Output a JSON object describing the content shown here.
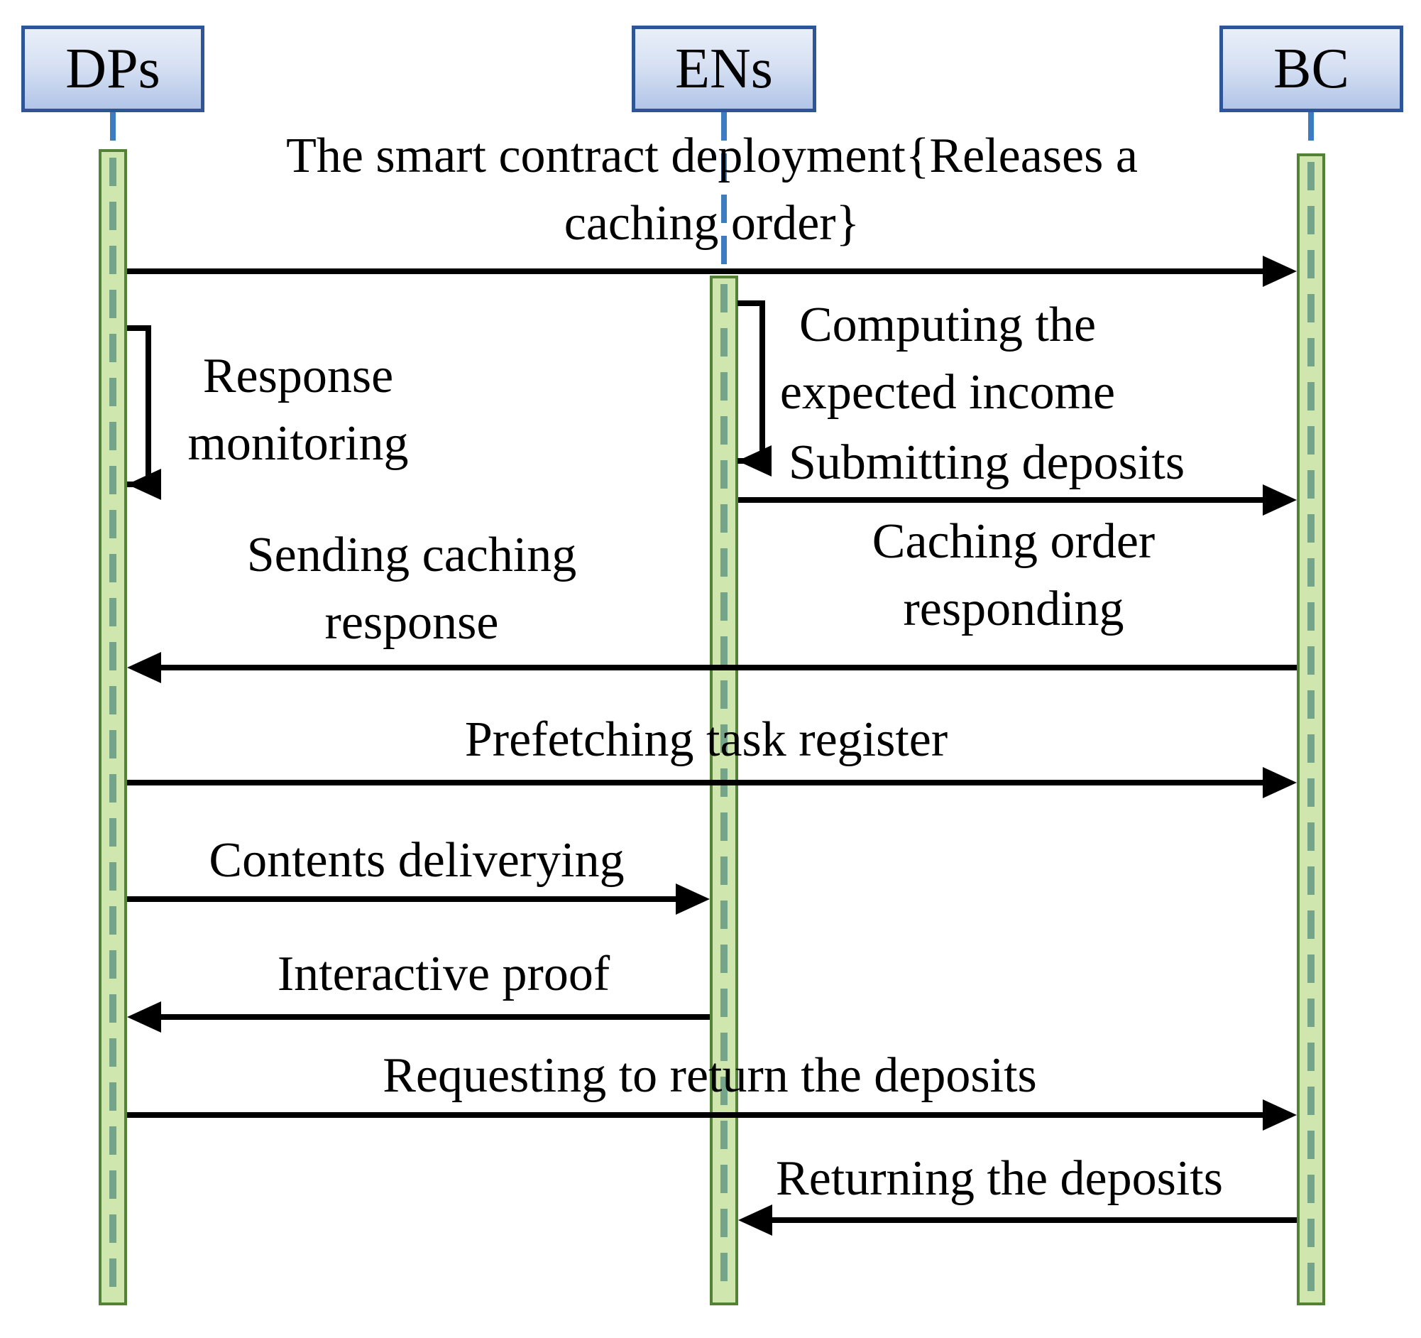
{
  "diagram": {
    "type": "sequence-diagram",
    "title": "Smart contract caching sequence",
    "actors": [
      {
        "id": "dps",
        "name": "DPs"
      },
      {
        "id": "ens",
        "name": "ENs"
      },
      {
        "id": "bc",
        "name": "BC"
      }
    ],
    "messages": [
      {
        "id": "contract-deployment",
        "from": "DPs",
        "to": "BC",
        "self": false,
        "label_lines": [
          "The smart contract deployment{Releases a",
          "caching order}"
        ]
      },
      {
        "id": "response-monitoring",
        "from": "DPs",
        "to": "DPs",
        "self": true,
        "label_lines": [
          "Response",
          "monitoring"
        ]
      },
      {
        "id": "computing-income",
        "from": "ENs",
        "to": "ENs",
        "self": true,
        "label_lines": [
          "Computing the",
          "expected income"
        ]
      },
      {
        "id": "submitting-deposits",
        "from": "ENs",
        "to": "BC",
        "self": false,
        "label_lines": [
          "Submitting deposits"
        ]
      },
      {
        "id": "caching-order-response",
        "from": "BC",
        "to": "DPs",
        "self": false,
        "label_lines_right": [
          "Caching order",
          "responding"
        ],
        "label_lines_left": [
          "Sending caching",
          "response"
        ]
      },
      {
        "id": "prefetching-register",
        "from": "DPs",
        "to": "BC",
        "self": false,
        "label_lines": [
          "Prefetching task register"
        ]
      },
      {
        "id": "contents-delivering",
        "from": "DPs",
        "to": "ENs",
        "self": false,
        "label_lines": [
          "Contents deliverying"
        ]
      },
      {
        "id": "interactive-proof",
        "from": "ENs",
        "to": "DPs",
        "self": false,
        "label_lines": [
          "Interactive proof"
        ]
      },
      {
        "id": "requesting-return",
        "from": "DPs",
        "to": "BC",
        "self": false,
        "label_lines": [
          "Requesting to return the deposits"
        ]
      },
      {
        "id": "returning-deposits",
        "from": "BC",
        "to": "ENs",
        "self": false,
        "label_lines": [
          "Returning the deposits"
        ]
      }
    ],
    "colors": {
      "actor_border": "#2e5597",
      "actor_fill_top": "#e9eff9",
      "actor_fill_bottom": "#b2c5e8",
      "lifeline_blue": "#3d7cc0",
      "activation_fill": "#cfe7ae",
      "activation_border": "#538135",
      "activation_dash": "#74a58b",
      "message_line": "#000000"
    }
  }
}
